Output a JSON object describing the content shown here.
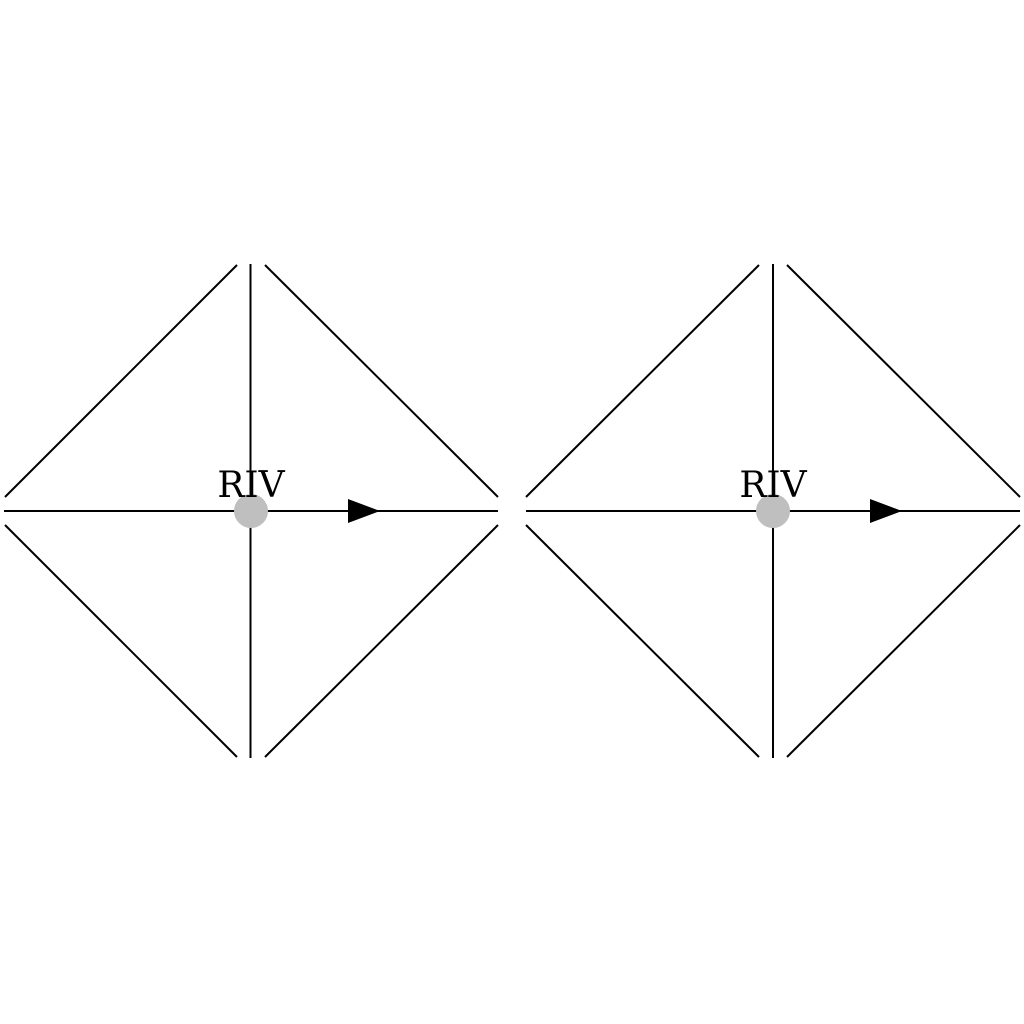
{
  "diagrams": [
    {
      "vertex_label": "RIV",
      "vertex_color": "#bfbfbf",
      "line_color": "#000000",
      "arrow_direction": "right"
    },
    {
      "vertex_label": "RIV",
      "vertex_color": "#bfbfbf",
      "line_color": "#000000",
      "arrow_direction": "right"
    }
  ]
}
